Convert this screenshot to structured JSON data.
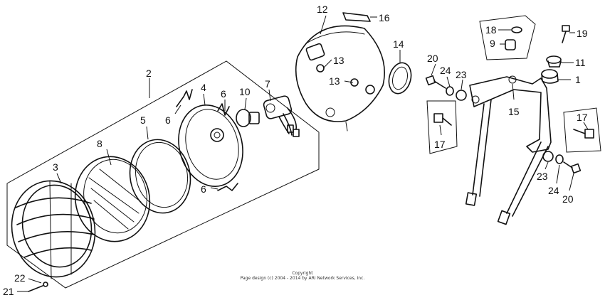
{
  "parts": [
    {
      "id": "p1",
      "label": "1"
    },
    {
      "id": "p2",
      "label": "2"
    },
    {
      "id": "p3",
      "label": "3"
    },
    {
      "id": "p4",
      "label": "4"
    },
    {
      "id": "p5",
      "label": "5"
    },
    {
      "id": "p6a",
      "label": "6"
    },
    {
      "id": "p6b",
      "label": "6"
    },
    {
      "id": "p6c",
      "label": "6"
    },
    {
      "id": "p7",
      "label": "7"
    },
    {
      "id": "p8",
      "label": "8"
    },
    {
      "id": "p9",
      "label": "9"
    },
    {
      "id": "p10",
      "label": "10"
    },
    {
      "id": "p11",
      "label": "11"
    },
    {
      "id": "p12",
      "label": "12"
    },
    {
      "id": "p13a",
      "label": "13"
    },
    {
      "id": "p13b",
      "label": "13"
    },
    {
      "id": "p14",
      "label": "14"
    },
    {
      "id": "p15",
      "label": "15"
    },
    {
      "id": "p16",
      "label": "16"
    },
    {
      "id": "p17a",
      "label": "17"
    },
    {
      "id": "p17b",
      "label": "17"
    },
    {
      "id": "p18",
      "label": "18"
    },
    {
      "id": "p19",
      "label": "19"
    },
    {
      "id": "p20a",
      "label": "20"
    },
    {
      "id": "p20b",
      "label": "20"
    },
    {
      "id": "p21",
      "label": "21"
    },
    {
      "id": "p22",
      "label": "22"
    },
    {
      "id": "p23a",
      "label": "23"
    },
    {
      "id": "p23b",
      "label": "23"
    },
    {
      "id": "p24a",
      "label": "24"
    },
    {
      "id": "p24b",
      "label": "24"
    }
  ],
  "footer": {
    "copyright_title": "Copyright",
    "copyright_line": "Page design (c) 2004 - 2014 by ARI Network Services, Inc."
  }
}
